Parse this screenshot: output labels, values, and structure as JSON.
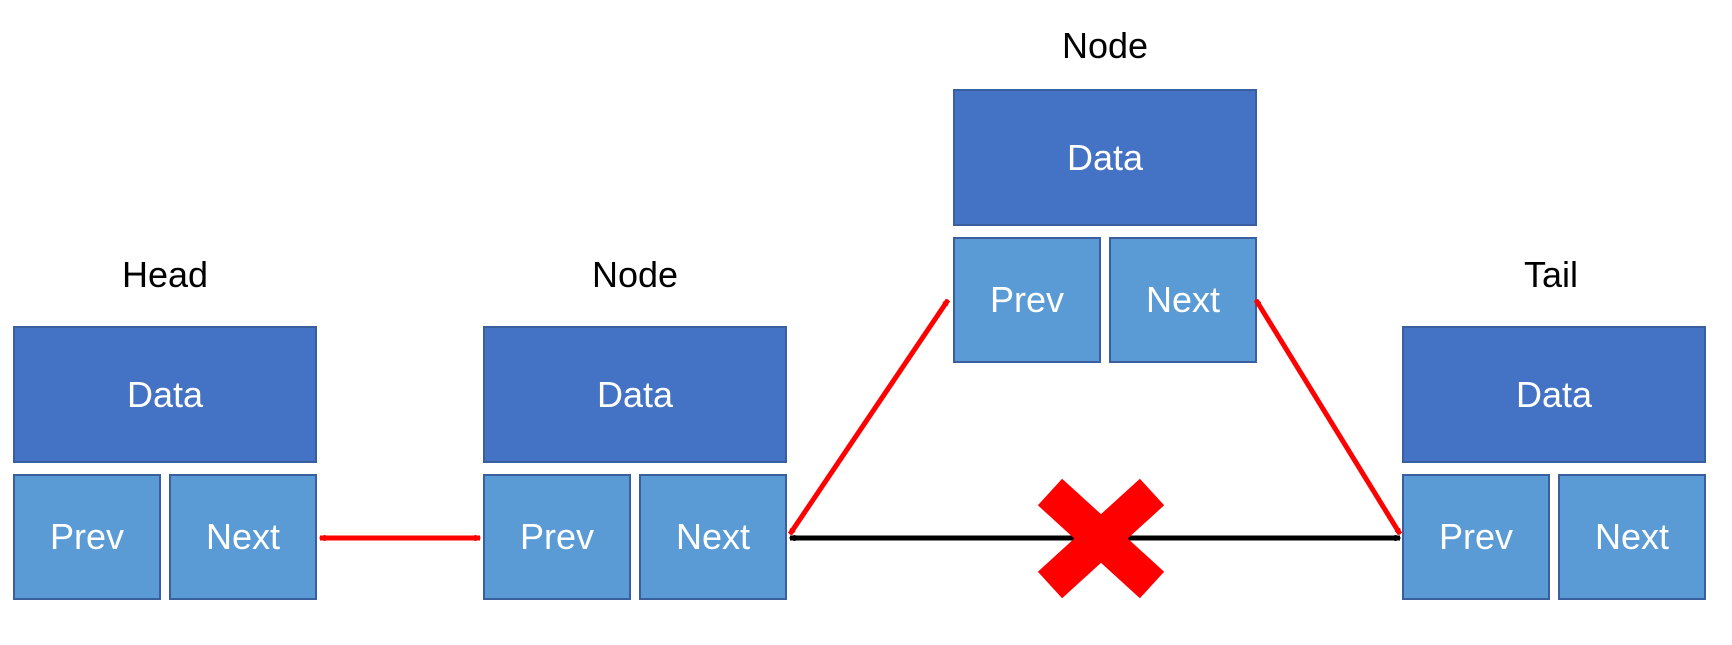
{
  "colors": {
    "data_fill": "#4472c4",
    "pointer_fill": "#5b9bd5",
    "new_link": "#ff0000",
    "old_link": "#000000",
    "cross": "#ff0000"
  },
  "nodes": [
    {
      "label": "Head",
      "data": "Data",
      "prev": "Prev",
      "next": "Next"
    },
    {
      "label": "Node",
      "data": "Data",
      "prev": "Prev",
      "next": "Next"
    },
    {
      "label": "Node",
      "data": "Data",
      "prev": "Prev",
      "next": "Next"
    },
    {
      "label": "Tail",
      "data": "Data",
      "prev": "Prev",
      "next": "Next"
    }
  ],
  "links": [
    {
      "name": "head-to-node-link",
      "color_key": "new_link"
    },
    {
      "name": "node-to-inserted-link",
      "color_key": "new_link"
    },
    {
      "name": "inserted-to-tail-link",
      "color_key": "new_link"
    },
    {
      "name": "removed-node-to-tail-link",
      "color_key": "old_link"
    }
  ],
  "removed_mark_icon": "cross-icon"
}
